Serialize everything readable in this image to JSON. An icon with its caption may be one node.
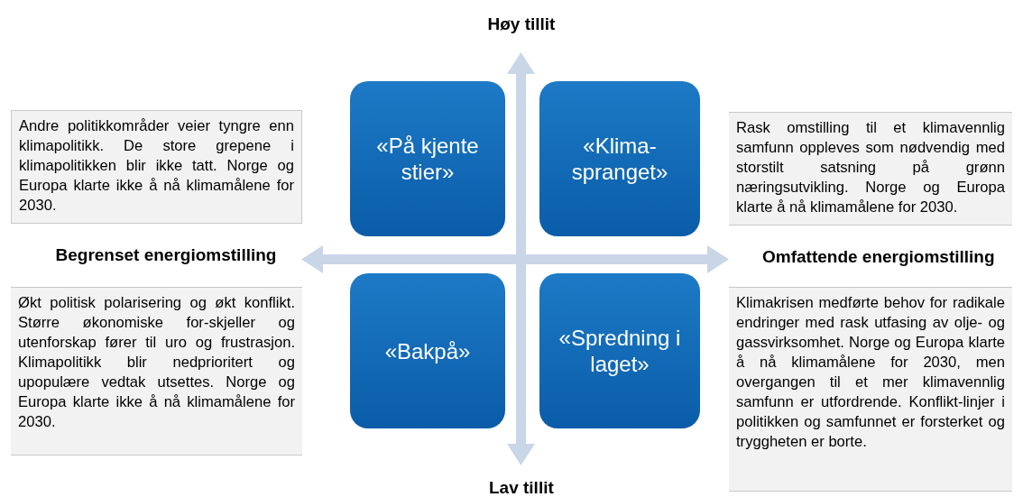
{
  "diagram": {
    "nodes": [
      {
        "text": [
          "Andre politikkområder veier tyngre enn klimapolitikk. De store grepene i klimapolitikken blir ikke tatt. Norge og Europa klarte ikke å nå klimamålene for 2030."
        ]
      },
      {
        "text": [
          "«På kjente stier»"
        ]
      },
      {
        "text": [
          "«Klima-spranget»"
        ]
      },
      {
        "text": [
          "Rask omstilling til et klimavennlig samfunn oppleves som nødvendig med storstilt satsning på grønn næringsutvikling. Norge og Europa klarte å nå klimamålene for 2030."
        ]
      },
      {
        "text": [
          "Økt politisk polarisering og økt konflikt. Større økonomiske for-skjeller og utenforskap fører til uro og frustrasjon. Klimapolitikk blir nedprioritert og upopulære vedtak utsettes. Norge og Europa klarte ikke å nå klimamålene for 2030."
        ]
      },
      {
        "text": [
          "«Bakpå»"
        ]
      },
      {
        "text": [
          "«Spredning i laget»"
        ]
      },
      {
        "text": [
          "Klimakrisen medførte behov for radikale endringer med rask utfasing av olje- og gassvirksomhet. Norge og Europa klarte å nå klimamålene for 2030, men overgangen til et mer klimavennlig samfunn er utfordrende. Konflikt-linjer i politikken og samfunnet er forsterket og tryggheten er borte."
        ]
      }
    ],
    "labels": [
      "Høy tillit",
      "Begrenset energiomstilling",
      "Omfattende energiomstilling",
      "Lav tillit"
    ]
  }
}
